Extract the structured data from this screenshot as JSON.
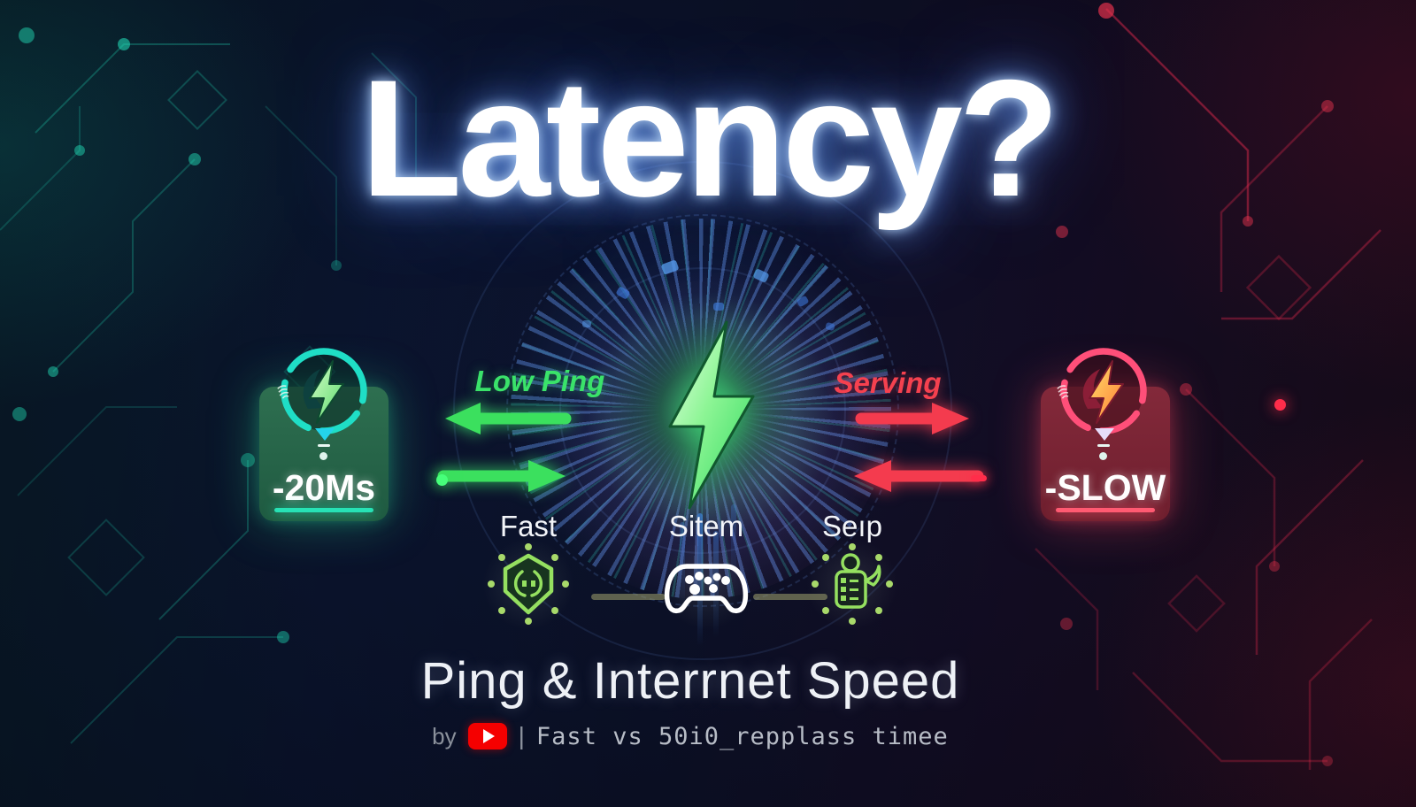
{
  "title": {
    "text": "Latency?"
  },
  "comparison": {
    "left": {
      "label": "Low Ping",
      "value": "-20Ms"
    },
    "right": {
      "label": "Serving",
      "value": "-SLOW"
    }
  },
  "flow": {
    "nodes": [
      {
        "label": "Fast",
        "icon": "shield-icon"
      },
      {
        "label": "Sitem",
        "icon": "gamepad-icon"
      },
      {
        "label": "Seıp",
        "icon": "server-icon"
      }
    ]
  },
  "footer": {
    "title": "Ping & Interrnet Speed",
    "byline": {
      "prefix": "by",
      "separator": "|",
      "text": "Fast vs 50i0_repplass timee"
    }
  },
  "colors": {
    "title_glow": "#6ea8ff",
    "green_accent": "#3ae36a",
    "teal_accent": "#27e2b5",
    "red_accent": "#f5414f",
    "pink_ring": "#ff4f79",
    "orange_bolt": "#ffb23e",
    "bolt_green": "#3ee56a",
    "youtube_red": "#f50000",
    "muted_text": "#8a909b"
  }
}
